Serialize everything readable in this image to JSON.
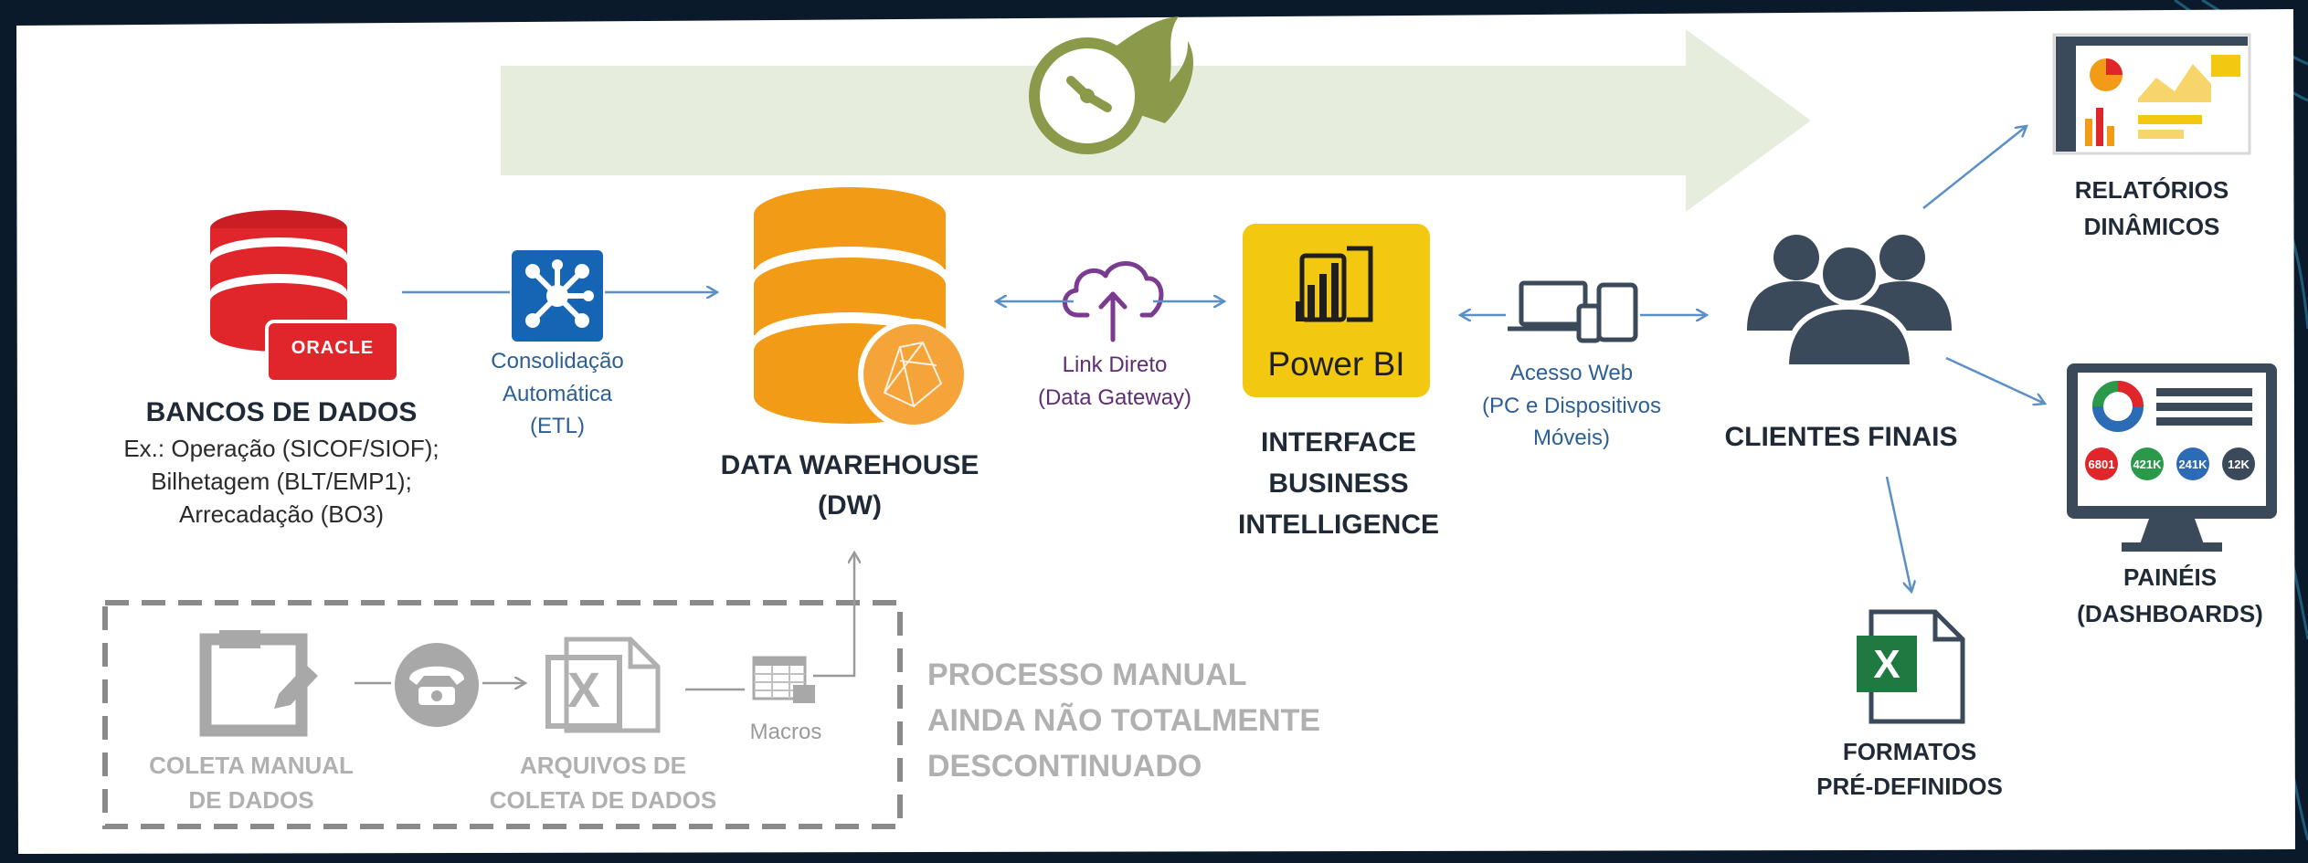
{
  "sources": {
    "title": "BANCOS DE DADOS",
    "line1": "Ex.: Operação (SICOF/SIOF);",
    "line2": "Bilhetagem (BLT/EMP1);",
    "line3": "Arrecadação (BO3)",
    "oracle_badge": "ORACLE"
  },
  "etl": {
    "line1": "Consolidação",
    "line2": "Automática",
    "line3": "(ETL)"
  },
  "dw": {
    "line1": "DATA WAREHOUSE",
    "line2": "(DW)"
  },
  "gateway": {
    "line1": "Link Direto",
    "line2": "(Data Gateway)"
  },
  "powerbi": {
    "badge": "Power BI",
    "line1": "INTERFACE",
    "line2": "BUSINESS",
    "line3": "INTELLIGENCE"
  },
  "web": {
    "line1": "Acesso Web",
    "line2": "(PC e Dispositivos",
    "line3": "Móveis)"
  },
  "clients": {
    "title": "CLIENTES FINAIS"
  },
  "reports": {
    "line1": "RELATÓRIOS",
    "line2": "DINÂMICOS"
  },
  "dashboards": {
    "line1": "PAINÉIS",
    "line2": "(DASHBOARDS)",
    "kpis": [
      "6801",
      "421K",
      "241K",
      "12K"
    ]
  },
  "formats": {
    "line1": "FORMATOS",
    "line2": "PRÉ-DEFINIDOS"
  },
  "manual": {
    "collect_line1": "COLETA MANUAL",
    "collect_line2": "DE DADOS",
    "files_line1": "ARQUIVOS DE",
    "files_line2": "COLETA DE DADOS",
    "macros": "Macros",
    "note_line1": "PROCESSO MANUAL",
    "note_line2": "AINDA NÃO TOTALMENTE",
    "note_line3": "DESCONTINUADO"
  },
  "colors": {
    "background": "#ffffff",
    "frame": "#0b1a2a",
    "oracle_red": "#e0252b",
    "dw_orange": "#f29b17",
    "powerbi_yellow": "#f2c811",
    "etl_blue": "#1565b4",
    "arrow_blue": "#5b8fc7",
    "flow_arrow": "#e6eddc",
    "clock_green": "#8a9a4a",
    "users_slate": "#3b4a5b",
    "excel_green": "#1f7a42",
    "manual_gray": "#a8a8a8"
  },
  "icons": [
    "database-icon",
    "network-icon",
    "cloud-upload-icon",
    "powerbi-icon",
    "laptop-tablet-icon",
    "users-icon",
    "report-icon",
    "dashboard-monitor-icon",
    "excel-icon",
    "clipboard-icon",
    "telephone-icon",
    "spreadsheet-icon",
    "clock-icon"
  ]
}
